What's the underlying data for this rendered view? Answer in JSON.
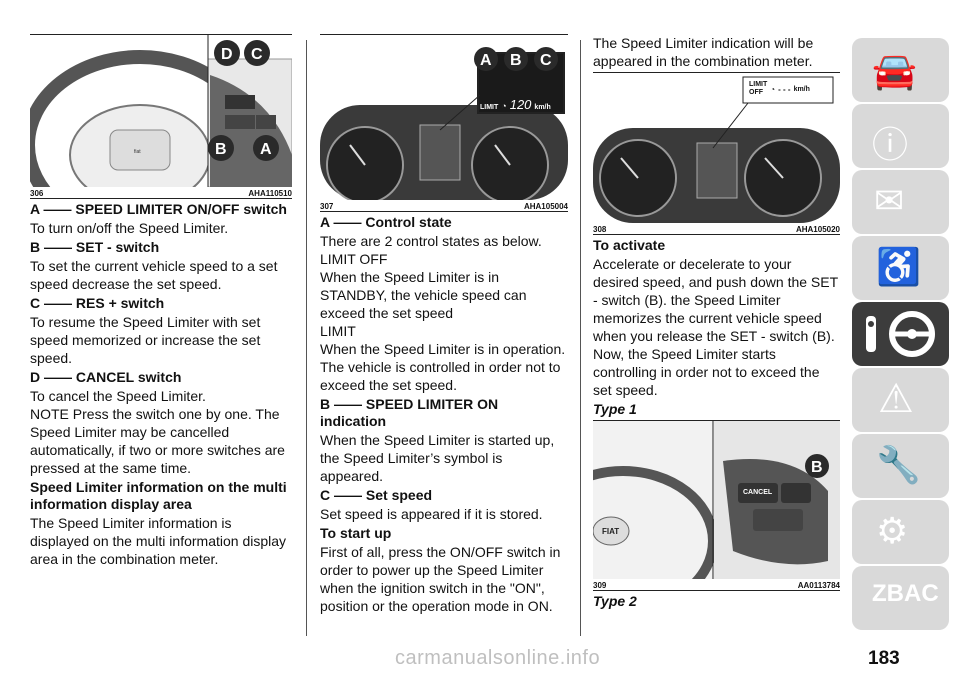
{
  "page_number": "183",
  "watermark": "carmanualsonline.info",
  "figures": {
    "f306": {
      "num": "306",
      "code": "AHA110510",
      "badges": [
        "D",
        "C",
        "B",
        "A"
      ]
    },
    "f307": {
      "num": "307",
      "code": "AHA105004",
      "badges": [
        "A",
        "B",
        "C"
      ],
      "display_limit": "LIMIT",
      "display_speed": "120",
      "display_unit": "km/h"
    },
    "f308": {
      "num": "308",
      "code": "AHA105020",
      "display_limit": "LIMIT",
      "display_off": "OFF",
      "display_dashes": "- - -",
      "display_unit": "km/h"
    },
    "f309": {
      "num": "309",
      "code": "AA0113784",
      "badge": "B",
      "cancel_label": "CANCEL"
    }
  },
  "col1": {
    "a_head": "A —— SPEED LIMITER ON/OFF switch",
    "a_text": "To turn on/off the Speed Limiter.",
    "b_head": "B —— SET - switch",
    "b_text": "To set the current vehicle speed to a set speed decrease the set speed.",
    "c_head": "C —— RES + switch",
    "c_text": "To resume the Speed Limiter with set speed memorized or increase the set speed.",
    "d_head": "D —— CANCEL switch",
    "d_text": "To cancel the Speed Limiter.",
    "note": "NOTE Press the switch one by one. The Speed Limiter may be cancelled automatically, if two or more switches are pressed at the same time.",
    "info_head": "Speed Limiter information on the multi information display area",
    "info_text": "The Speed Limiter information is displayed on the multi information display area in the combination meter."
  },
  "col2": {
    "a_head": "A —— Control state",
    "a_text": "There are 2 control states as below.",
    "limit_off": "LIMIT OFF",
    "limit_off_text": "When the Speed Limiter is in STANDBY, the vehicle speed can exceed the set speed",
    "limit": "LIMIT",
    "limit_text": "When the Speed Limiter is in operation. The vehicle is controlled in order not to exceed the set speed.",
    "b_head": "B —— SPEED LIMITER ON indication",
    "b_text": "When the Speed Limiter is started up, the Speed Limiter’s symbol is appeared.",
    "c_head": "C —— Set speed",
    "c_text": "Set speed is appeared if it is stored.",
    "start_head": "To start up",
    "start_text": "First of all, press the ON/OFF switch in order to power up the Speed Limiter when the ignition switch in the \"ON\", position or the operation mode in ON."
  },
  "col3": {
    "intro": "The Speed Limiter indication will be appeared in the combination meter.",
    "activate_head": "To activate",
    "activate_text": "Accelerate or decelerate to your desired speed, and push down the SET - switch (B). the Speed Limiter memorizes the current vehicle speed when you release the SET - switch (B). Now, the Speed Limiter starts controlling in order not to exceed the set speed.",
    "type1": "Type 1",
    "type2": "Type 2"
  },
  "side_tabs": [
    {
      "icon": "car-search-icon",
      "active": false
    },
    {
      "icon": "car-info-icon",
      "active": false
    },
    {
      "icon": "warning-light-message-icon",
      "active": false
    },
    {
      "icon": "seat-airbag-icon",
      "active": false
    },
    {
      "icon": "steering-key-icon",
      "active": true
    },
    {
      "icon": "warning-triangle-icon",
      "active": false
    },
    {
      "icon": "car-tools-icon",
      "active": false
    },
    {
      "icon": "spec-sheet-gears-icon",
      "active": false
    },
    {
      "icon": "alphabet-index-icon",
      "active": false
    }
  ],
  "colors": {
    "active_tab": "#3c3c3c",
    "inactive_tab": "#d9d9d9",
    "badge": "#2a2a2a"
  }
}
